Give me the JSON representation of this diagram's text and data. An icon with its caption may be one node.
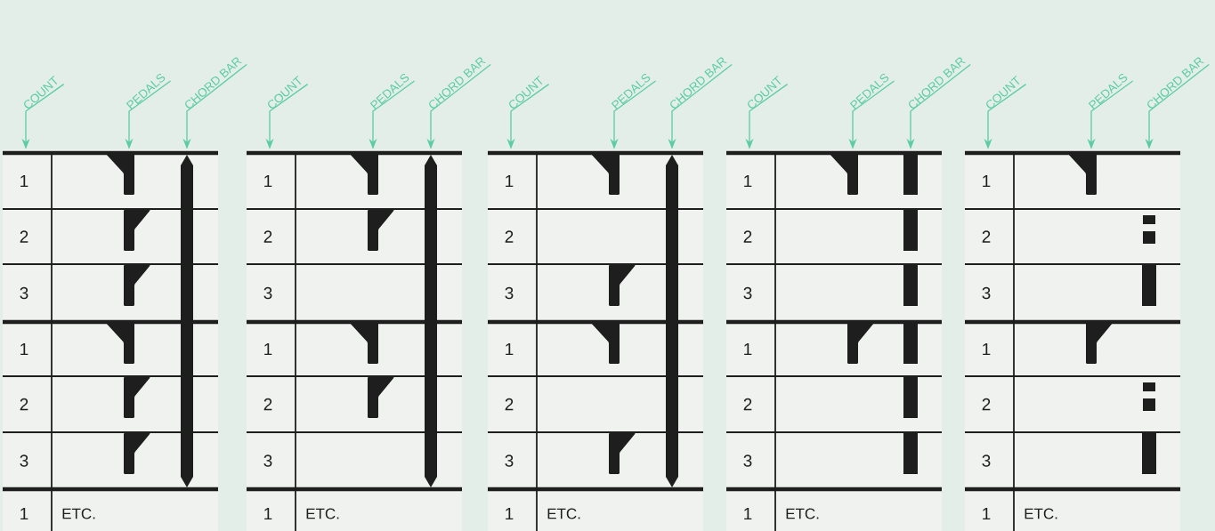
{
  "diagram": {
    "nodes": [
      {
        "text": [
          "COUNT"
        ]
      },
      {
        "text": [
          "PEDALS"
        ]
      },
      {
        "text": [
          "CHORD BAR"
        ]
      },
      {
        "text": [
          "COUNT"
        ]
      },
      {
        "text": [
          "PEDALS"
        ]
      },
      {
        "text": [
          "CHORD BAR"
        ]
      },
      {
        "text": [
          "COUNT"
        ]
      },
      {
        "text": [
          "PEDALS"
        ]
      },
      {
        "text": [
          "CHORD BAR"
        ]
      },
      {
        "text": [
          "COUNT"
        ]
      },
      {
        "text": [
          "PEDALS"
        ]
      },
      {
        "text": [
          "CHORD BAR"
        ]
      },
      {
        "text": [
          "COUNT"
        ]
      },
      {
        "text": [
          "PEDALS"
        ]
      },
      {
        "text": [
          "CHORD BAR"
        ]
      },
      {
        "text": [],
        "shape": "box"
      },
      {
        "text": [],
        "shape": "box"
      },
      {
        "text": [],
        "shape": "box"
      },
      {
        "text": [],
        "shape": "box"
      },
      {
        "text": [],
        "shape": "box"
      }
    ],
    "edges": [
      {
        "from": 0,
        "to": 15,
        "arrow": "to"
      },
      {
        "from": 1,
        "to": 15,
        "arrow": "to"
      },
      {
        "from": 2,
        "to": 15,
        "arrow": "to"
      },
      {
        "from": 3,
        "to": 16,
        "arrow": "to"
      },
      {
        "from": 4,
        "to": 16,
        "arrow": "to"
      },
      {
        "from": 5,
        "to": 16,
        "arrow": "to"
      },
      {
        "from": 6,
        "to": 17,
        "arrow": "to"
      },
      {
        "from": 7,
        "to": 17,
        "arrow": "to"
      },
      {
        "from": 8,
        "to": 17,
        "arrow": "to"
      },
      {
        "from": 9,
        "to": 18,
        "arrow": "to"
      },
      {
        "from": 10,
        "to": 18,
        "arrow": "to"
      },
      {
        "from": 11,
        "to": 18,
        "arrow": "to"
      },
      {
        "from": 12,
        "to": 19,
        "arrow": "to"
      },
      {
        "from": 13,
        "to": 19,
        "arrow": "to"
      },
      {
        "from": 14,
        "to": 19,
        "arrow": "to"
      }
    ],
    "labels": [
      "1",
      "2",
      "3",
      "1",
      "2",
      "3",
      "1",
      "ETC.",
      "1",
      "2",
      "3",
      "1",
      "2",
      "3",
      "1",
      "ETC.",
      "1",
      "2",
      "3",
      "1",
      "2",
      "3",
      "1",
      "ETC.",
      "1",
      "2",
      "3",
      "1",
      "2",
      "3",
      "1",
      "ETC.",
      "1",
      "2",
      "3",
      "1",
      "2",
      "3",
      "1",
      "ETC."
    ]
  }
}
